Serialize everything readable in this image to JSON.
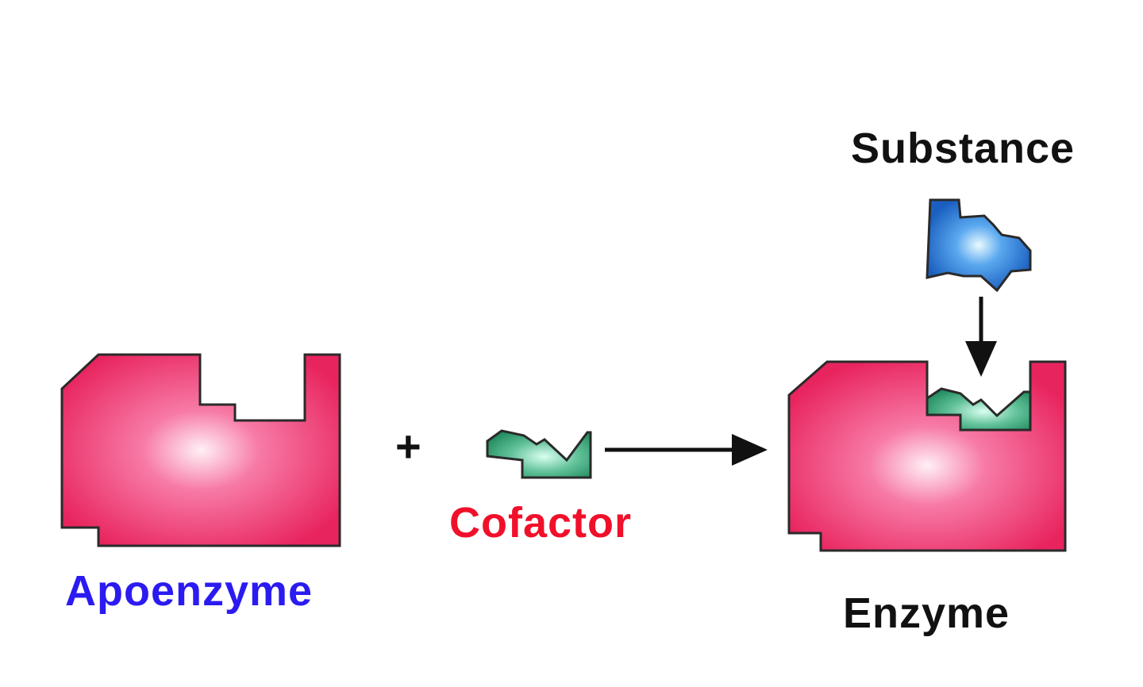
{
  "labels": {
    "substance": "Substance",
    "apoenzyme": "Apoenzyme",
    "cofactor": "Cofactor",
    "enzyme": "Enzyme",
    "plus": "+"
  },
  "colors": {
    "apoenzyme_label": "#2b1bf0",
    "cofactor_label": "#f0102a",
    "dark_label": "#111111",
    "enzyme_fill_edge": "#e8245e",
    "enzyme_fill_center": "#ffd6e6",
    "cofactor_fill_edge": "#1f8a5c",
    "cofactor_fill_center": "#c8f2e0",
    "substance_fill_edge": "#1a66c8",
    "substance_fill_center": "#d6f0ff",
    "outline": "#2a2a2a",
    "arrow": "#111111"
  }
}
